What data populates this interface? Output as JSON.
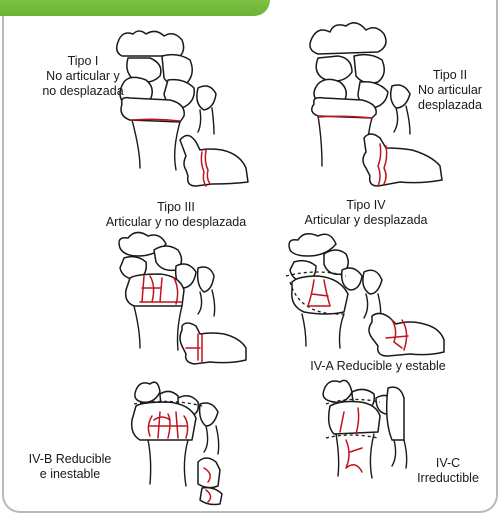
{
  "colors": {
    "accent_green": "#6cb236",
    "fracture_red": "#c0141d",
    "line_dark": "#1a1a1a",
    "frame_grey": "#b9b9b9"
  },
  "panels": [
    {
      "id": "type-1",
      "lines": [
        "Tipo I",
        "No articular y",
        "no desplazada"
      ]
    },
    {
      "id": "type-2",
      "lines": [
        "Tipo II",
        "No articular",
        "desplazada"
      ]
    },
    {
      "id": "type-3",
      "lines": [
        "Tipo III",
        "Articular y no desplazada"
      ]
    },
    {
      "id": "type-4",
      "lines": [
        "Tipo IV",
        "Articular y desplazada"
      ]
    },
    {
      "id": "type-4a",
      "lines": [
        "IV-A Reducible y estable"
      ]
    },
    {
      "id": "type-4b",
      "lines": [
        "IV-B Reducible",
        "e inestable"
      ]
    },
    {
      "id": "type-4c",
      "lines": [
        "IV-C",
        "Irreductible"
      ]
    }
  ]
}
